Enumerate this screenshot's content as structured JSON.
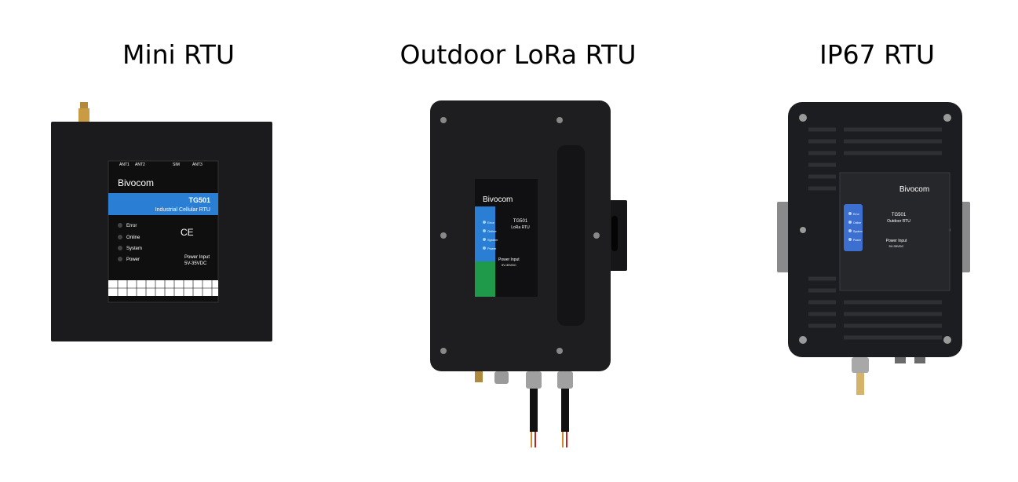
{
  "products": [
    {
      "title": "Mini RTU",
      "brand": "Bivocom",
      "model": "TG501",
      "subtitle": "Industrial Cellular RTU",
      "leds": [
        "Error",
        "Online",
        "System",
        "Power"
      ],
      "ports_top": [
        "ANT1",
        "ANT2",
        "SIM",
        "ANT3"
      ],
      "power_label": "Power Input",
      "power_value": "5V-35VDC",
      "marks": "CE",
      "colors": {
        "accent": "#2a7fd4",
        "body": "#1b1b1d"
      }
    },
    {
      "title": "Outdoor LoRa RTU",
      "brand": "Bivocom",
      "model": "TG501",
      "subtitle": "LoRa RTU",
      "leds": [
        "Error",
        "Online",
        "System",
        "Power"
      ],
      "power_label": "Power Input",
      "power_value": "5V-35VDC",
      "colors": {
        "accent": "#2a7fd4",
        "green": "#1f9a4a",
        "body": "#1e1e20"
      }
    },
    {
      "title": "IP67 RTU",
      "brand": "Bivocom",
      "model": "TG501",
      "subtitle": "Outdoor RTU",
      "leds": [
        "Error",
        "Online",
        "System",
        "Power"
      ],
      "power_label": "Power Input",
      "power_value": "5V-35VDC",
      "colors": {
        "accent": "#3c6fd0",
        "body": "#1c1d20"
      }
    }
  ]
}
